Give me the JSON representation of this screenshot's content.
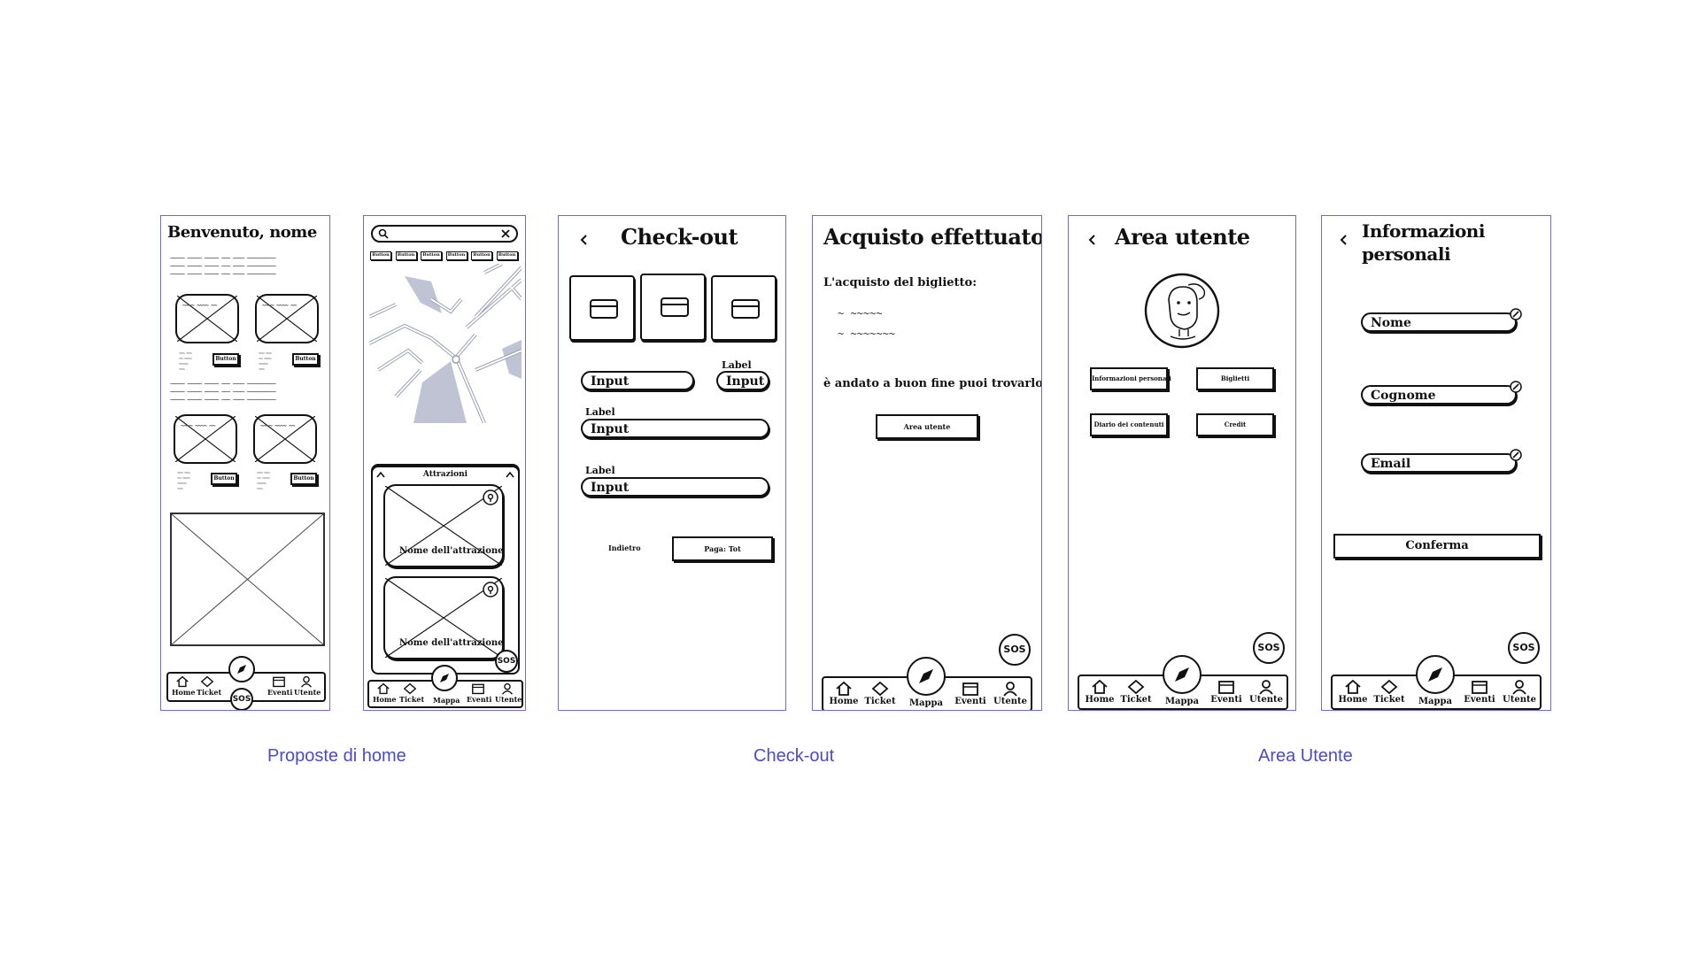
{
  "captions": {
    "home": "Proposte di home",
    "checkout": "Check-out",
    "area": "Area Utente"
  },
  "nav": {
    "home": "Home",
    "ticket": "Ticket",
    "mappa": "Mappa",
    "eventi": "Eventi",
    "utente": "Utente"
  },
  "sos": "SOS",
  "home1": {
    "title": "Benvenuto, nome",
    "button": "Button",
    "sketch_line": "~~~~~ ~~~~~ ~~~~~ ~~~ ~~~~ ~~~~~~~~~~",
    "card_title": "~~~~ ~~~~ ~~"
  },
  "home2": {
    "buttons": [
      "Button",
      "Button",
      "Button",
      "Button",
      "Button",
      "Button"
    ],
    "panel_title": "Attrazioni",
    "attr_name": "Nome dell'attrazione"
  },
  "checkout": {
    "title": "Check-out",
    "label": "Label",
    "input": "Input",
    "back": "Indietro",
    "pay": "Paga: Tot"
  },
  "done": {
    "title": "Acquisto effettuato",
    "subtitle": "L'acquisto del biglietto:",
    "line1": "~ ~~~~~",
    "line2": "~ ~~~~~~~",
    "message": "è andato a buon fine puoi trovarlo nell'",
    "button": "Area utente"
  },
  "area": {
    "title": "Area utente",
    "btn_info": "Informazioni personali",
    "btn_tickets": "Biglietti",
    "btn_diary": "Diario dei contenuti",
    "btn_credit": "Credit"
  },
  "info": {
    "title": "Informazioni personali",
    "nome": "Nome",
    "cognome": "Cognome",
    "email": "Email",
    "confirm": "Conferma"
  }
}
